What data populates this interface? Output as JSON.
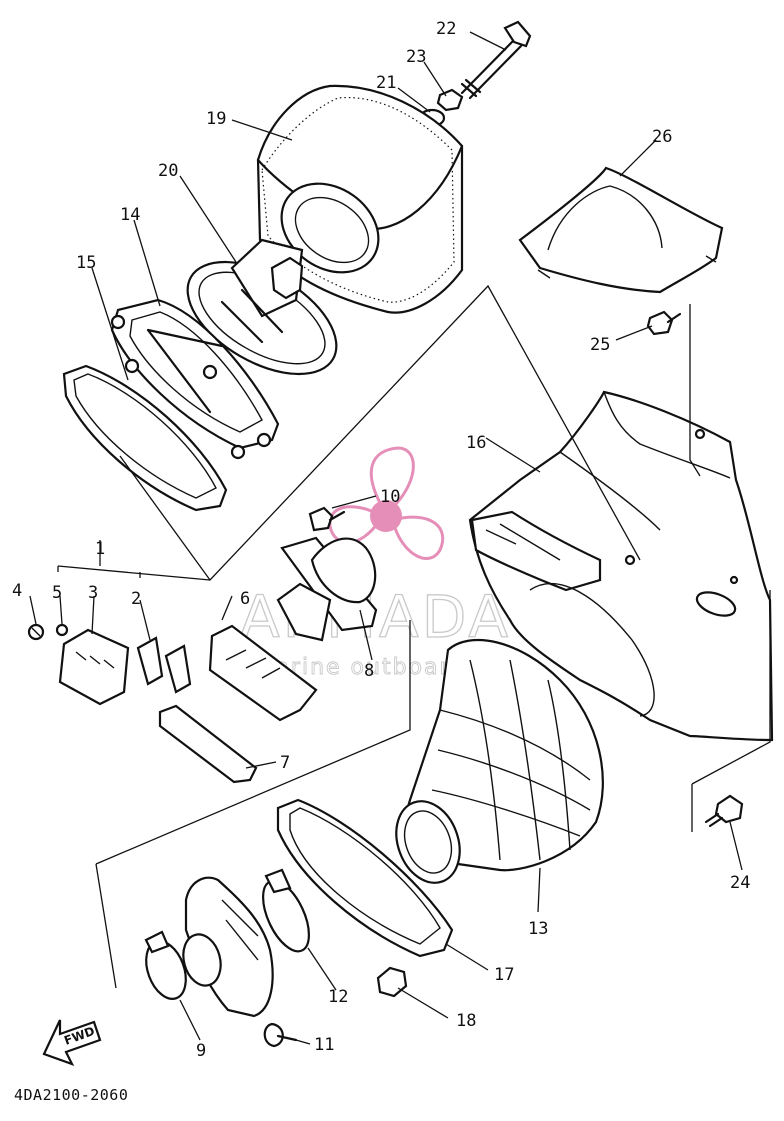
{
  "diagram": {
    "part_code": "4DA2100-2060",
    "fwd_label": "FWD",
    "watermark": {
      "brand": "ARMADA",
      "tagline": "marine outboards",
      "accent_color": "#e58fb8"
    },
    "callouts": [
      "1",
      "2",
      "3",
      "4",
      "5",
      "6",
      "7",
      "8",
      "9",
      "10",
      "11",
      "12",
      "13",
      "14",
      "15",
      "16",
      "17",
      "18",
      "19",
      "20",
      "21",
      "22",
      "23",
      "24",
      "25",
      "26"
    ]
  }
}
